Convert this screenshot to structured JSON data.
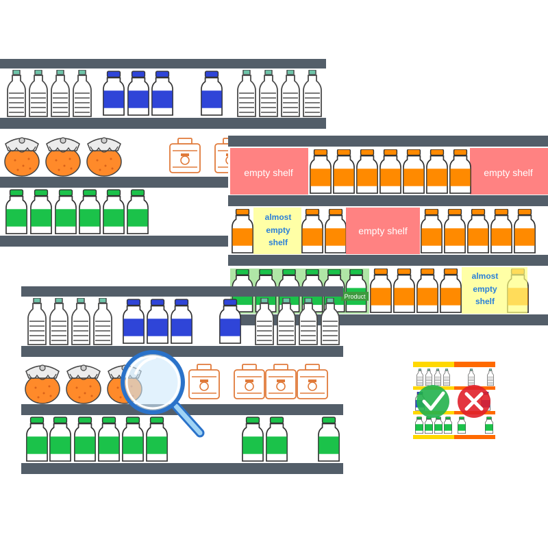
{
  "labels": {
    "empty_shelf": "empty shelf",
    "almost_line1": "almost",
    "almost_line2": "empty",
    "almost_line3": "shelf",
    "product_fragment": "Product"
  },
  "colors": {
    "shelf": "#535e69",
    "water_outline": "#4a4a4a",
    "blue_bottle": "#2f45d8",
    "green_bottle": "#1bc24a",
    "orange_juice": "#ff8a00",
    "jam_jar": "#ff8a2a",
    "empty_zone": "#ff7b7b",
    "almost_empty_zone": "#ffff80",
    "check_green": "#22b14c",
    "cross_red": "#e0202a"
  },
  "icons": [
    "magnifier-icon",
    "check-icon",
    "cross-icon"
  ]
}
